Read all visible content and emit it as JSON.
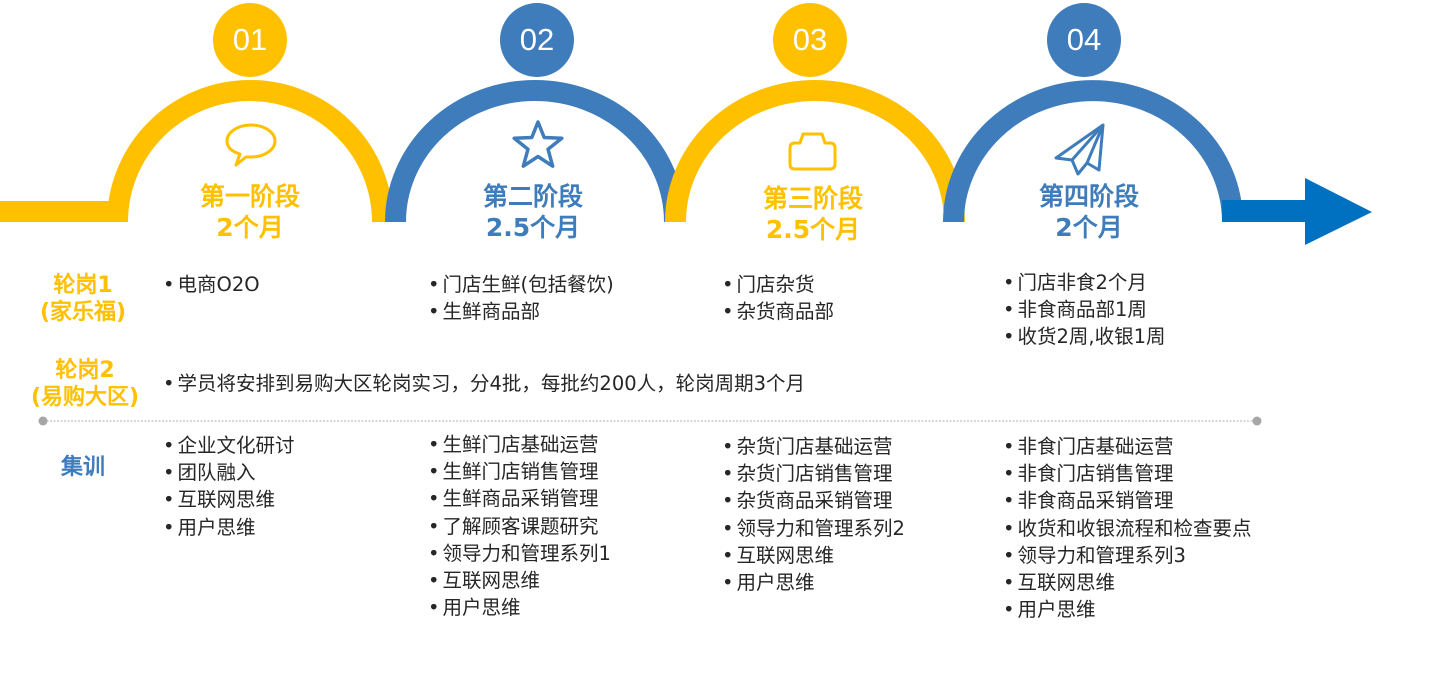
{
  "colors": {
    "yellow": "#FFC000",
    "blue": "#3E7CBB",
    "arrow_blue": "#0070C0",
    "text": "#262626",
    "divider": "#BFBFBF"
  },
  "stages": [
    {
      "number": "01",
      "title": "第一阶段",
      "duration": "2个月",
      "icon": "chat-bubble-icon",
      "color": "#FFC000"
    },
    {
      "number": "02",
      "title": "第二阶段",
      "duration": "2.5个月",
      "icon": "star-icon",
      "color": "#3E7CBB"
    },
    {
      "number": "03",
      "title": "第三阶段",
      "duration": "2.5个月",
      "icon": "briefcase-icon",
      "color": "#FFC000"
    },
    {
      "number": "04",
      "title": "第四阶段",
      "duration": "2个月",
      "icon": "paper-plane-icon",
      "color": "#3E7CBB"
    }
  ],
  "rows": {
    "rotation1": {
      "label_line1": "轮岗1",
      "label_line2": "(家乐福)",
      "columns": [
        {
          "items": [
            "电商O2O"
          ]
        },
        {
          "items": [
            "门店生鲜(包括餐饮)",
            "生鲜商品部"
          ]
        },
        {
          "items": [
            "门店杂货",
            "杂货商品部"
          ]
        },
        {
          "items": [
            "门店非食2个月",
            "非食商品部1周",
            "收货2周,收银1周"
          ]
        }
      ]
    },
    "rotation2": {
      "label_line1": "轮岗2",
      "label_line2": "(易购大区)",
      "text": "学员将安排到易购大区轮岗实习，分4批，每批约200人，轮岗周期3个月"
    },
    "training": {
      "label": "集训",
      "columns": [
        {
          "items": [
            "企业文化研讨",
            "团队融入",
            "互联网思维",
            "用户思维"
          ]
        },
        {
          "items": [
            "生鲜门店基础运营",
            "生鲜门店销售管理",
            "生鲜商品采销管理",
            "了解顾客课题研究",
            "领导力和管理系列1",
            "互联网思维",
            "用户思维"
          ]
        },
        {
          "items": [
            "杂货门店基础运营",
            "杂货门店销售管理",
            "杂货商品采销管理",
            "领导力和管理系列2",
            "互联网思维",
            "用户思维"
          ]
        },
        {
          "items": [
            "非食门店基础运营",
            "非食门店销售管理",
            "非食商品采销管理",
            "收货和收银流程和检查要点",
            "领导力和管理系列3",
            "互联网思维",
            "用户思维"
          ]
        }
      ]
    }
  }
}
